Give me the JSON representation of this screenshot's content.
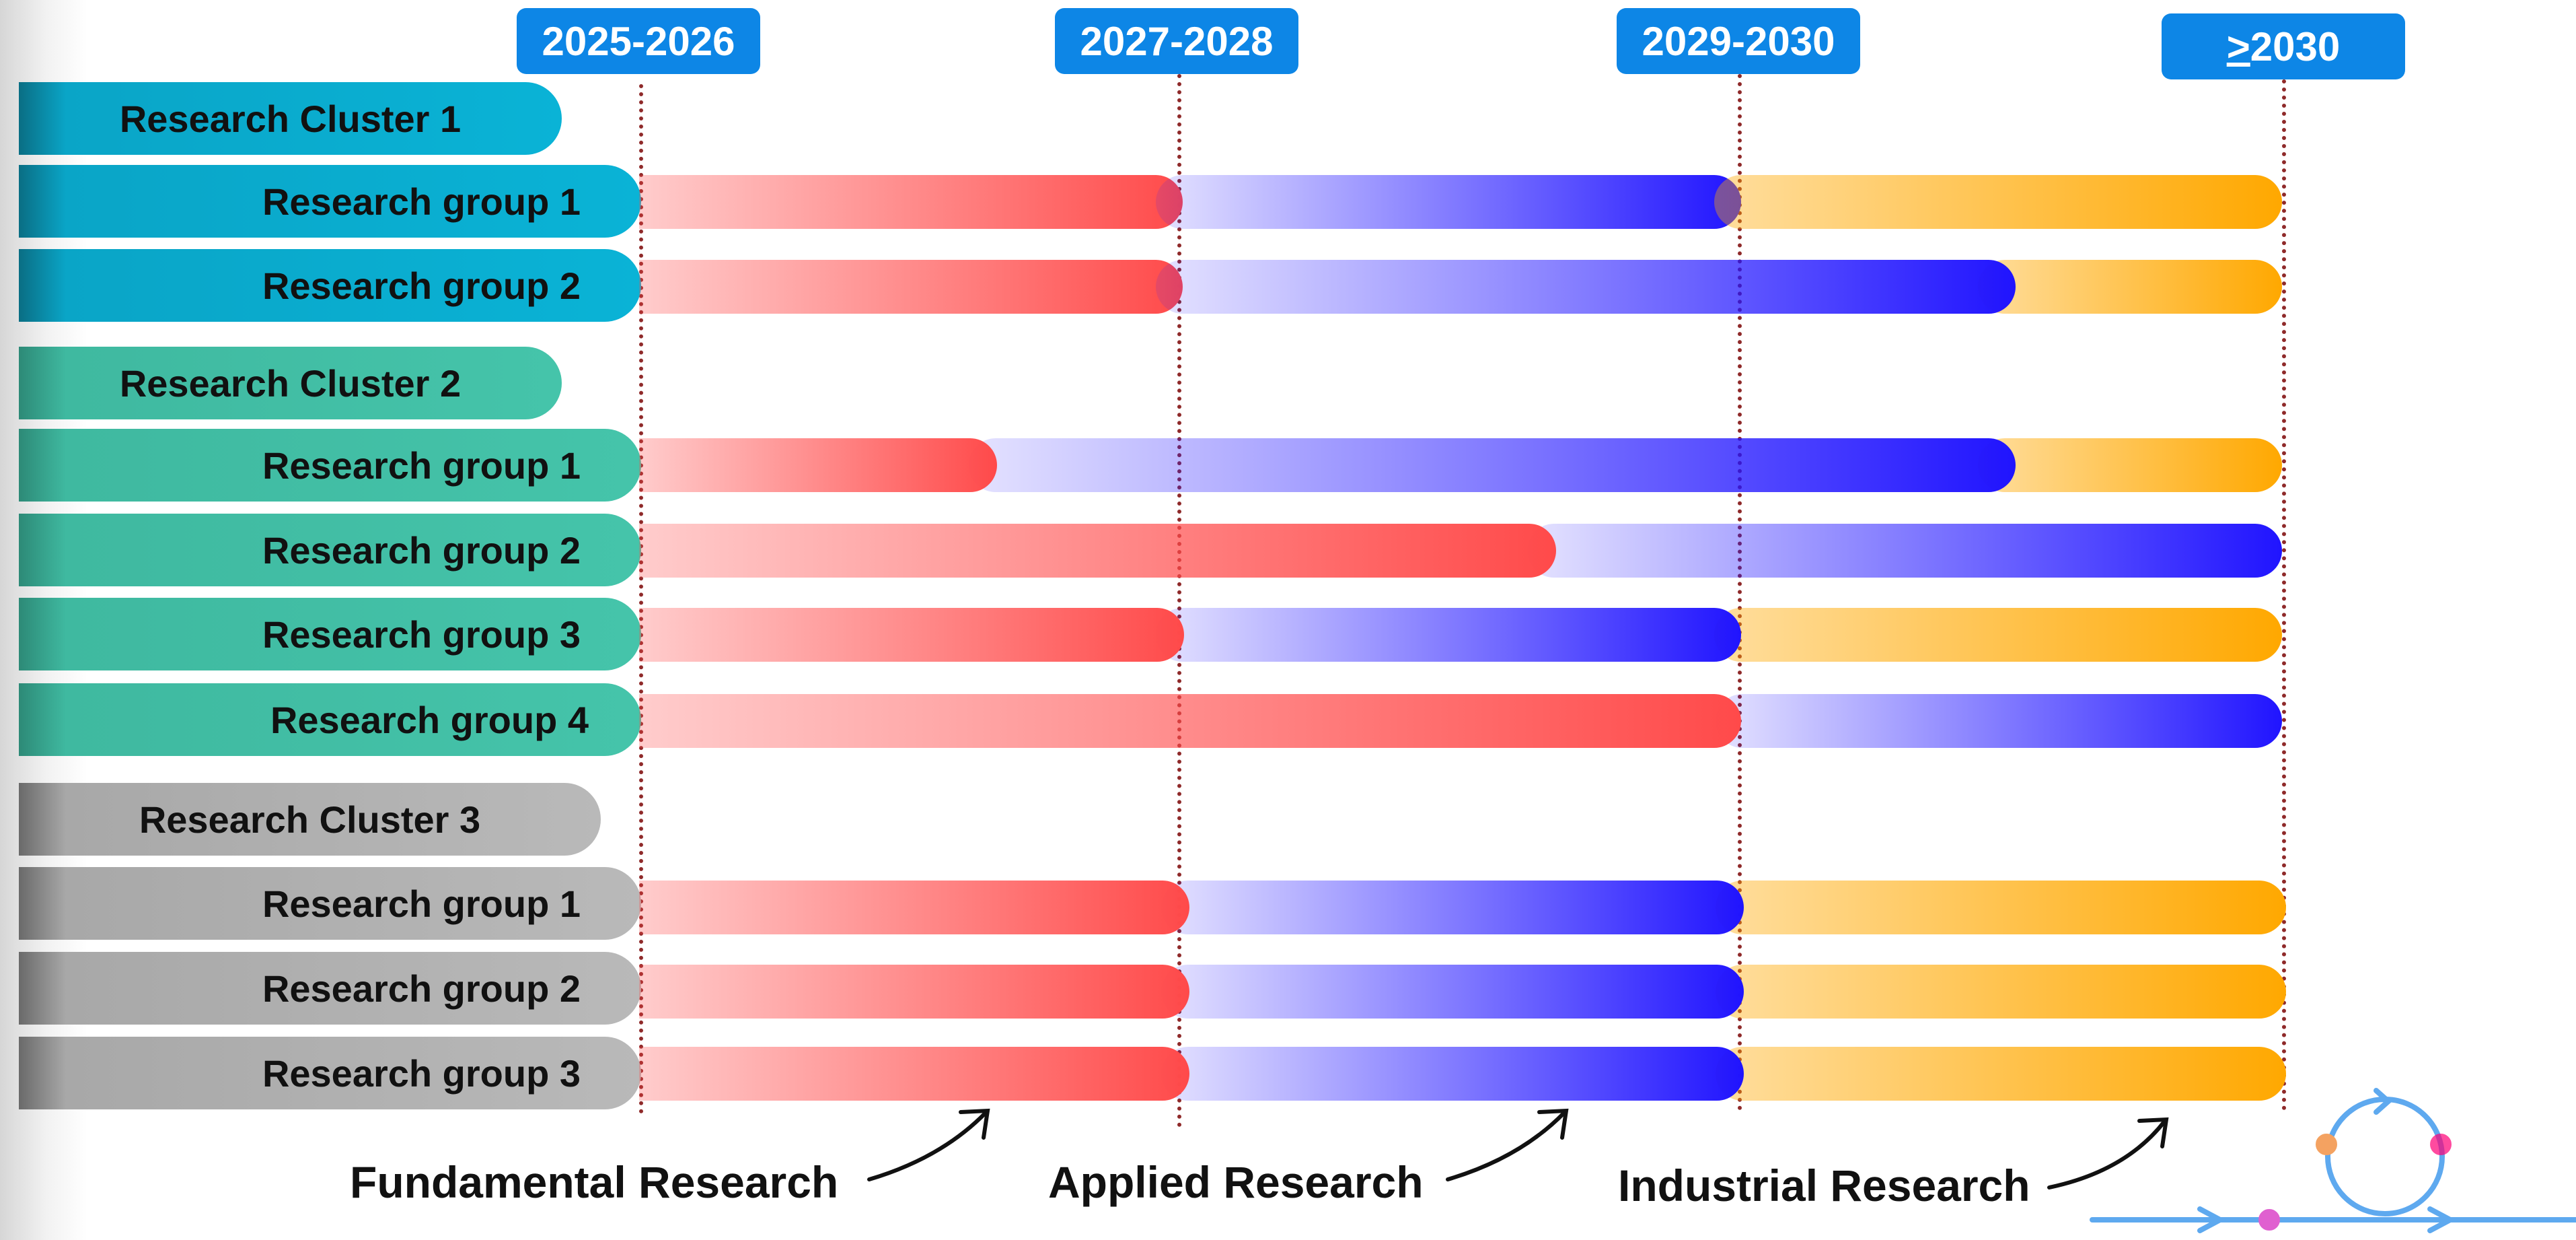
{
  "timeline": {
    "periods": [
      {
        "label": "2025-2026"
      },
      {
        "label": "2027-2028"
      },
      {
        "label": "2029-2030"
      },
      {
        "prefix": ">",
        "label": "2030"
      }
    ]
  },
  "clusters": [
    {
      "name": "Research Cluster 1",
      "groups": [
        {
          "name": "Research group 1"
        },
        {
          "name": "Research group 2"
        }
      ]
    },
    {
      "name": "Research Cluster 2",
      "groups": [
        {
          "name": "Research group 1"
        },
        {
          "name": "Research group 2"
        },
        {
          "name": "Research group 3"
        },
        {
          "name": "Research group 4"
        }
      ]
    },
    {
      "name": "Research Cluster 3",
      "groups": [
        {
          "name": "Research group 1"
        },
        {
          "name": "Research group 2"
        },
        {
          "name": "Research group 3"
        }
      ]
    }
  ],
  "legend": {
    "fundamental": "Fundamental Research",
    "applied": "Applied Research",
    "industrial": "Industrial Research"
  },
  "colors": {
    "period_badge": "#0d86e6",
    "cluster_1": "#0ab3d6",
    "cluster_2": "#45c4aa",
    "cluster_3": "#b9b9b9",
    "fundamental": "#ff4a4a",
    "applied": "#2014ff",
    "industrial": "#ffa800",
    "divider": "#8f2a2a"
  }
}
